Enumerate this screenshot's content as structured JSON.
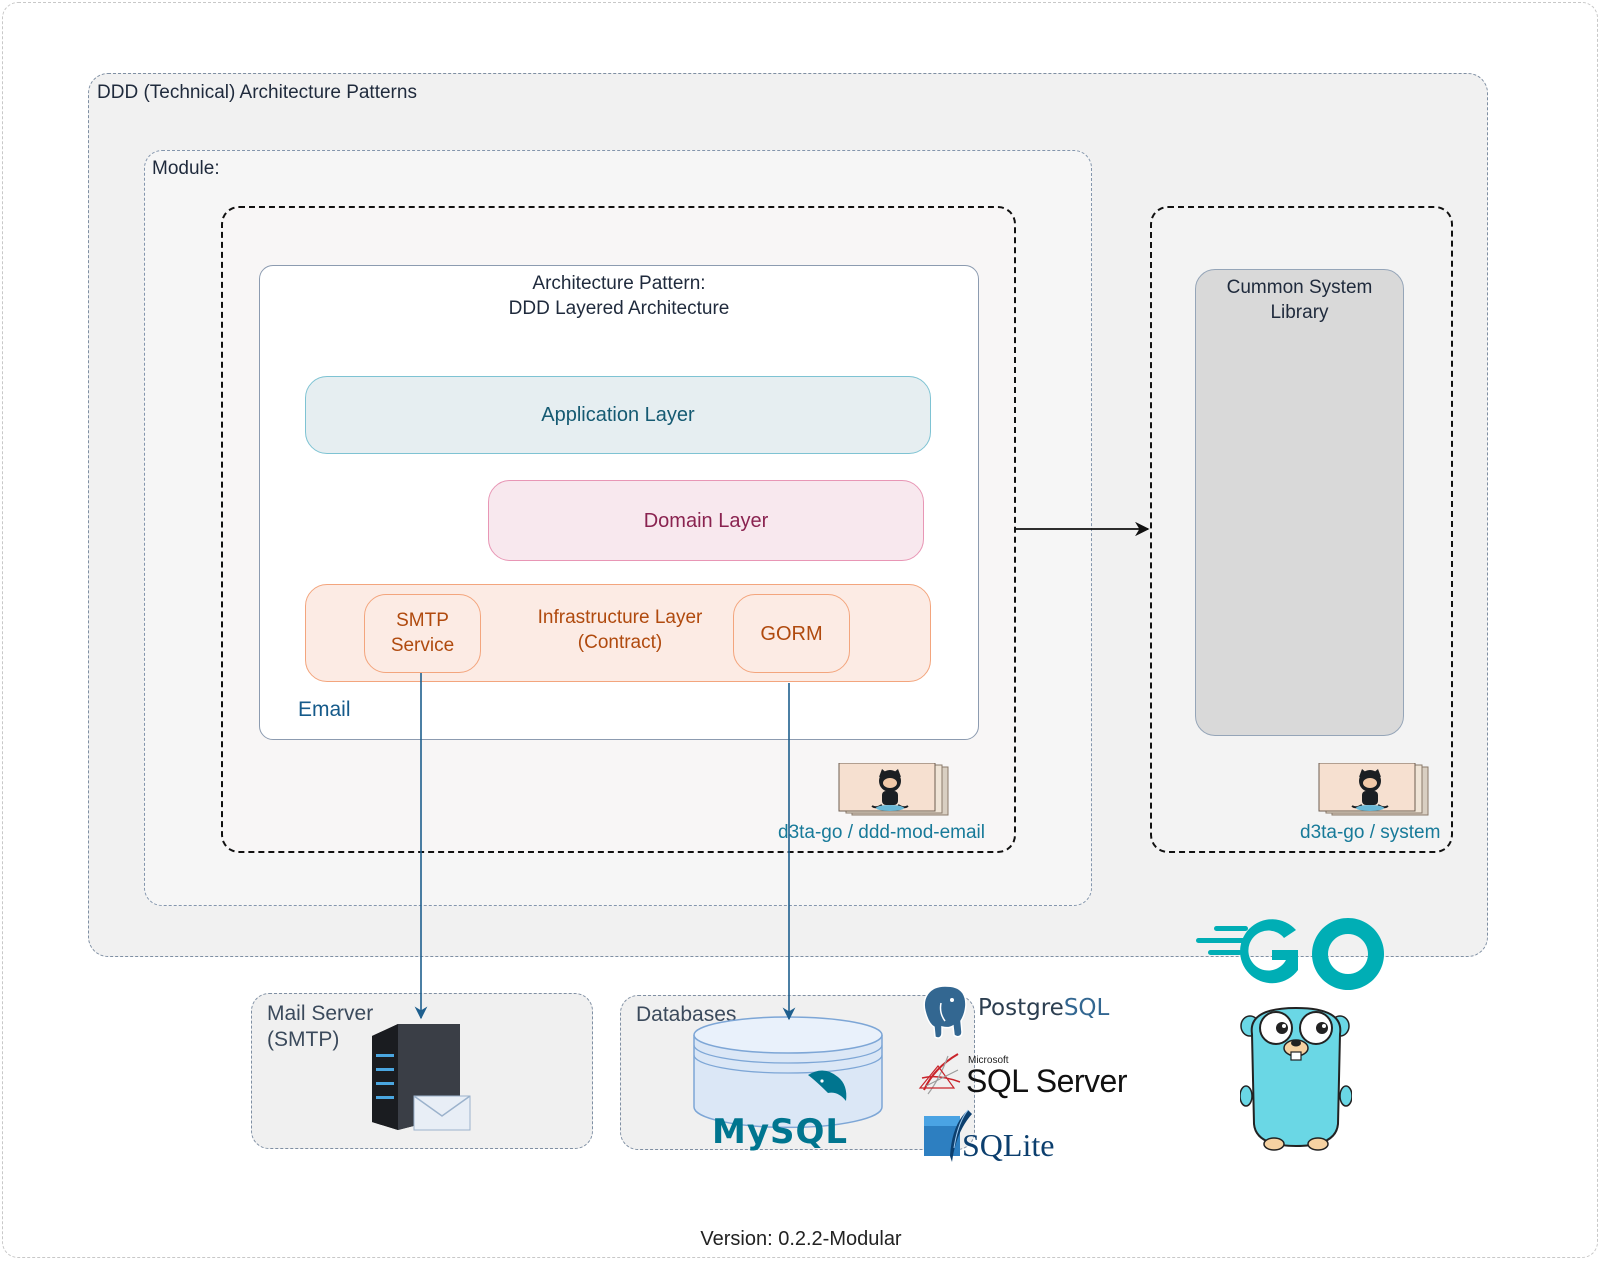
{
  "diagram": {
    "patterns_title": "DDD (Technical) Architecture Patterns",
    "module_title": "Module:",
    "architecture_title_line1": "Architecture Pattern:",
    "architecture_title_line2": "DDD Layered Architecture",
    "application_layer": "Application Layer",
    "domain_layer": "Domain Layer",
    "infrastructure_layer_line1": "Infrastructure Layer",
    "infrastructure_layer_line2": "(Contract)",
    "smtp_line1": "SMTP",
    "smtp_line2": "Service",
    "gorm": "GORM",
    "module_name": "Email",
    "repo_email": "d3ta-go / ddd-mod-email",
    "repo_system": "d3ta-go / system",
    "common_lib_line1": "Cummon System",
    "common_lib_line2": "Library",
    "mail_server_line1": "Mail Server",
    "mail_server_line2": "(SMTP)",
    "databases_title": "Databases",
    "version": "Version: 0.2.2-Modular"
  },
  "logos": {
    "mysql": "MySQL",
    "postgres_prefix": "Postgre",
    "postgres_suffix": "SQL",
    "sqlserver_vendor": "Microsoft",
    "sqlserver": "SQL Server",
    "sqlite": "SQLite",
    "go": "GO"
  },
  "colors": {
    "application": "#e6eef1",
    "domain": "#f8e8ee",
    "infrastructure": "#fcebe4",
    "go_brand": "#00aeb5",
    "link_text": "#177a99"
  },
  "icons": [
    "github-octocat-icon",
    "server-icon",
    "envelope-icon",
    "database-cylinder-icon",
    "postgresql-elephant-icon",
    "sqlserver-icon",
    "sqlite-feather-icon",
    "go-logo-icon",
    "gopher-mascot-icon"
  ]
}
